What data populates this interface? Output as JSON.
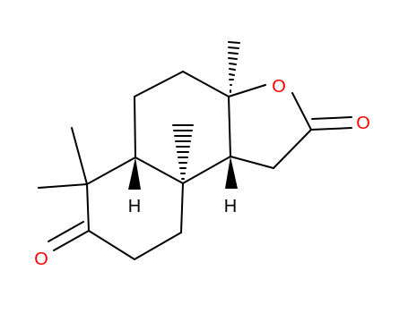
{
  "atoms": {
    "ring_oxygen": {
      "symbol": "O",
      "color": "#ff0000"
    },
    "lactone_carbonyl_oxygen": {
      "symbol": "O",
      "color": "#ff0000"
    },
    "ketone_oxygen": {
      "symbol": "O",
      "color": "#ff0000"
    },
    "hydrogen_left": {
      "symbol": "H",
      "color": "#000000"
    },
    "hydrogen_right": {
      "symbol": "H",
      "color": "#000000"
    }
  },
  "colors": {
    "bond": "#000000",
    "oxygen": "#ff0000",
    "background": "#ffffff"
  }
}
